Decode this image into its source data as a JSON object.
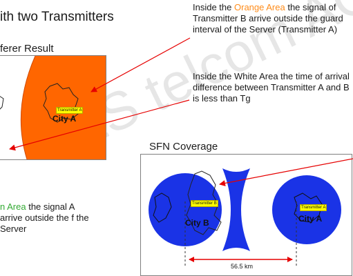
{
  "title": "ith two Transmitters",
  "interferer_title": "ferer Result",
  "sfn_title": "SFN Coverage",
  "notes": {
    "orange": {
      "prefix": "Inside the ",
      "highlight": "Orange Area",
      "suffix": " the signal of Transmitter B arrive outside the guard interval of the Server (Transmitter A)"
    },
    "white": "Inside the White Area the time of arrival difference between Transmitter A and B is less than Tg",
    "green": {
      "highlight": "n Area",
      "suffix": " the signal A arrive outside the f the Server"
    }
  },
  "interferer_map": {
    "transmitter_label": "Transmitter A",
    "city_label": "City A"
  },
  "sfn_map": {
    "transmitter_b_label": "Transmitter B",
    "transmitter_a_label": "Transmitter A",
    "city_b_label": "City B",
    "city_a_label": "City A",
    "distance_label": "56.5 km"
  },
  "watermark": "LS telcom AG",
  "colors": {
    "orange_area": "#ff6600",
    "coverage_blue": "#1a33e6",
    "arrow_red": "#e60000",
    "highlight_orange": "#ff8c1a",
    "highlight_green": "#33aa33",
    "tx_label_bg": "#ffff00"
  }
}
